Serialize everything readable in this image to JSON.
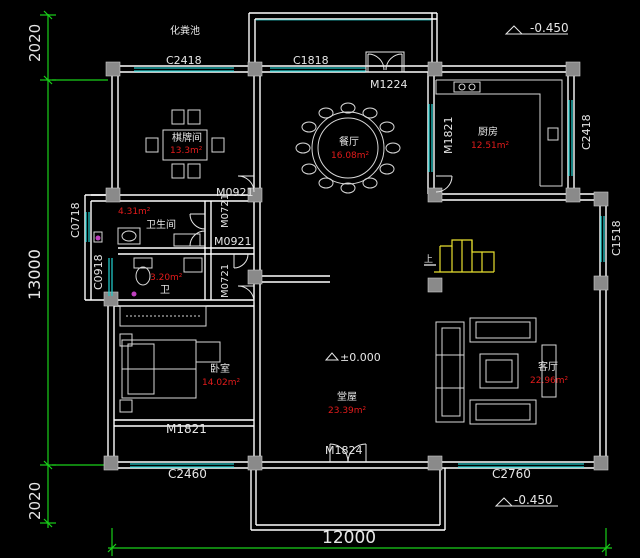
{
  "labels": {
    "septic_tank": "化粪池",
    "level_top": "-0.450",
    "level_bottom": "-0.450",
    "level_center": "±0.000",
    "up_arrow": "上"
  },
  "windows": {
    "w_c2418_top": "C2418",
    "w_c1818": "C1818",
    "w_c2418_right": "C2418",
    "w_m1821_kitchen": "M1821",
    "w_c1518": "C1518",
    "w_c0718": "C0718",
    "w_c0918": "C0918",
    "w_c2460": "C2460",
    "w_c2760": "C2760"
  },
  "doors": {
    "d_m1224": "M1224",
    "d_m0921_a": "M0921",
    "d_m0921_b": "M0921",
    "d_m0721_a": "M0721",
    "d_m0721_b": "M0721",
    "d_m1821": "M1821",
    "d_m1824": "M1824"
  },
  "rooms": {
    "tea": {
      "name": "棋牌间",
      "area": "13.3m²"
    },
    "dining": {
      "name": "餐厅",
      "area": "16.08m²"
    },
    "kitchen": {
      "name": "厨房",
      "area": "12.51m²"
    },
    "bath_a": {
      "name": "卫生间",
      "area": "4.31m²"
    },
    "bath_b": {
      "name": "卫",
      "area": "3.20m²"
    },
    "bedroom": {
      "name": "卧室",
      "area": "14.02m²"
    },
    "hall": {
      "name": "堂屋",
      "area": "23.39m²"
    },
    "living": {
      "name": "客厅",
      "area": "22.96m²"
    }
  },
  "dimensions": {
    "top_depth": "2020",
    "main_depth": "13000",
    "bottom_depth": "2020",
    "total_width": "12000"
  },
  "colors": {
    "wall": "#ffffff",
    "window": "#21c5c5",
    "dim_line": "#19d019",
    "area_text": "#e21b1b",
    "furniture": "#d8d8d8",
    "stairs": "#e8e030"
  }
}
